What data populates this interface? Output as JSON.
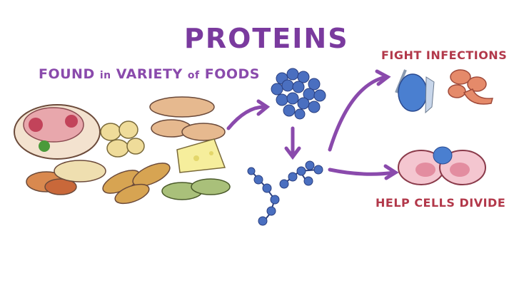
{
  "title": "PROTEINS",
  "subtitle": {
    "part1": "FOUND ",
    "part2": "in",
    "part3": " VARIETY ",
    "part4": "of",
    "part5": " FOODS"
  },
  "functions": [
    "FIGHT INFECTIONS",
    "HELP CELLS DIVIDE"
  ],
  "colors": {
    "title": "#7a3a9e",
    "function_text": "#b2384a",
    "protein": "#4a6fc0",
    "arrow": "#8a4aac"
  }
}
